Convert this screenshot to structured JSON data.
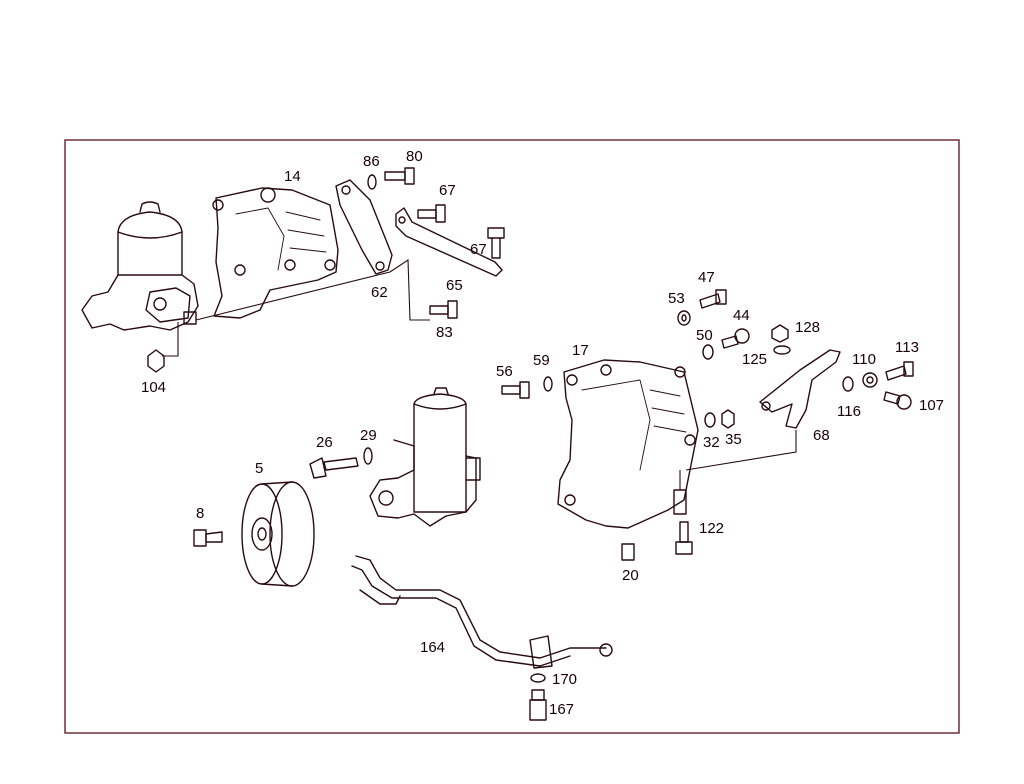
{
  "labels": [
    "14",
    "86",
    "80",
    "67",
    "67",
    "62",
    "65",
    "83",
    "104",
    "53",
    "47",
    "44",
    "50",
    "128",
    "125",
    "110",
    "113",
    "56",
    "59",
    "17",
    "116",
    "107",
    "32",
    "35",
    "68",
    "26",
    "29",
    "5",
    "8",
    "122",
    "20",
    "164",
    "170",
    "167"
  ],
  "colors": {
    "line": "#2a0a12",
    "frame": "#5a1020",
    "text": "#1a0008",
    "background": "#ffffff"
  }
}
